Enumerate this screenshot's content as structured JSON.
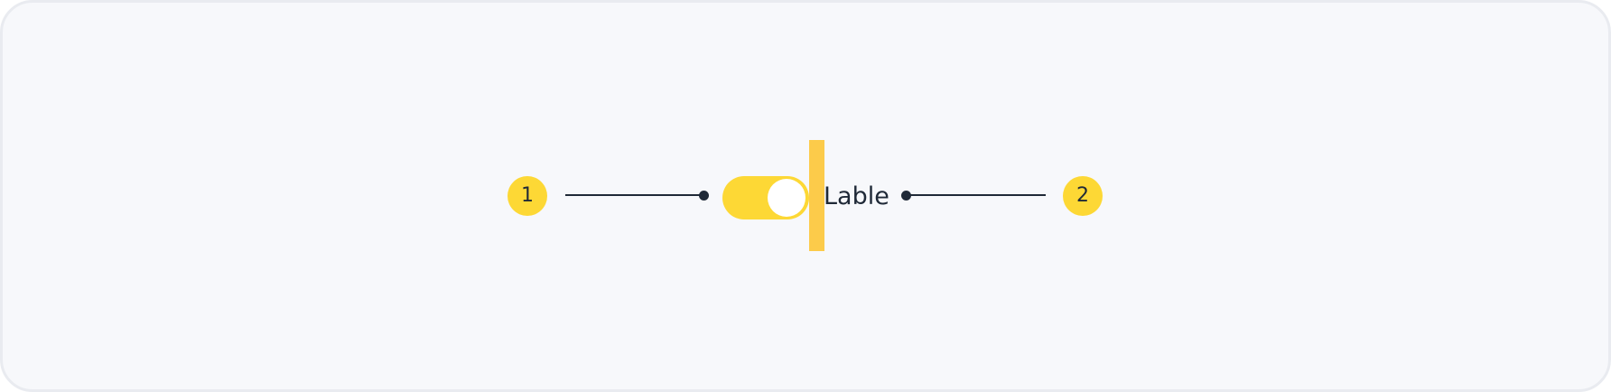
{
  "callouts": [
    {
      "number": "1"
    },
    {
      "number": "2"
    }
  ],
  "switch": {
    "label": "Lable",
    "state": "on"
  },
  "colors": {
    "accent": "#fdd835",
    "focus": "#fccb4a",
    "ink": "#1f2937",
    "background": "#f7f8fb"
  }
}
